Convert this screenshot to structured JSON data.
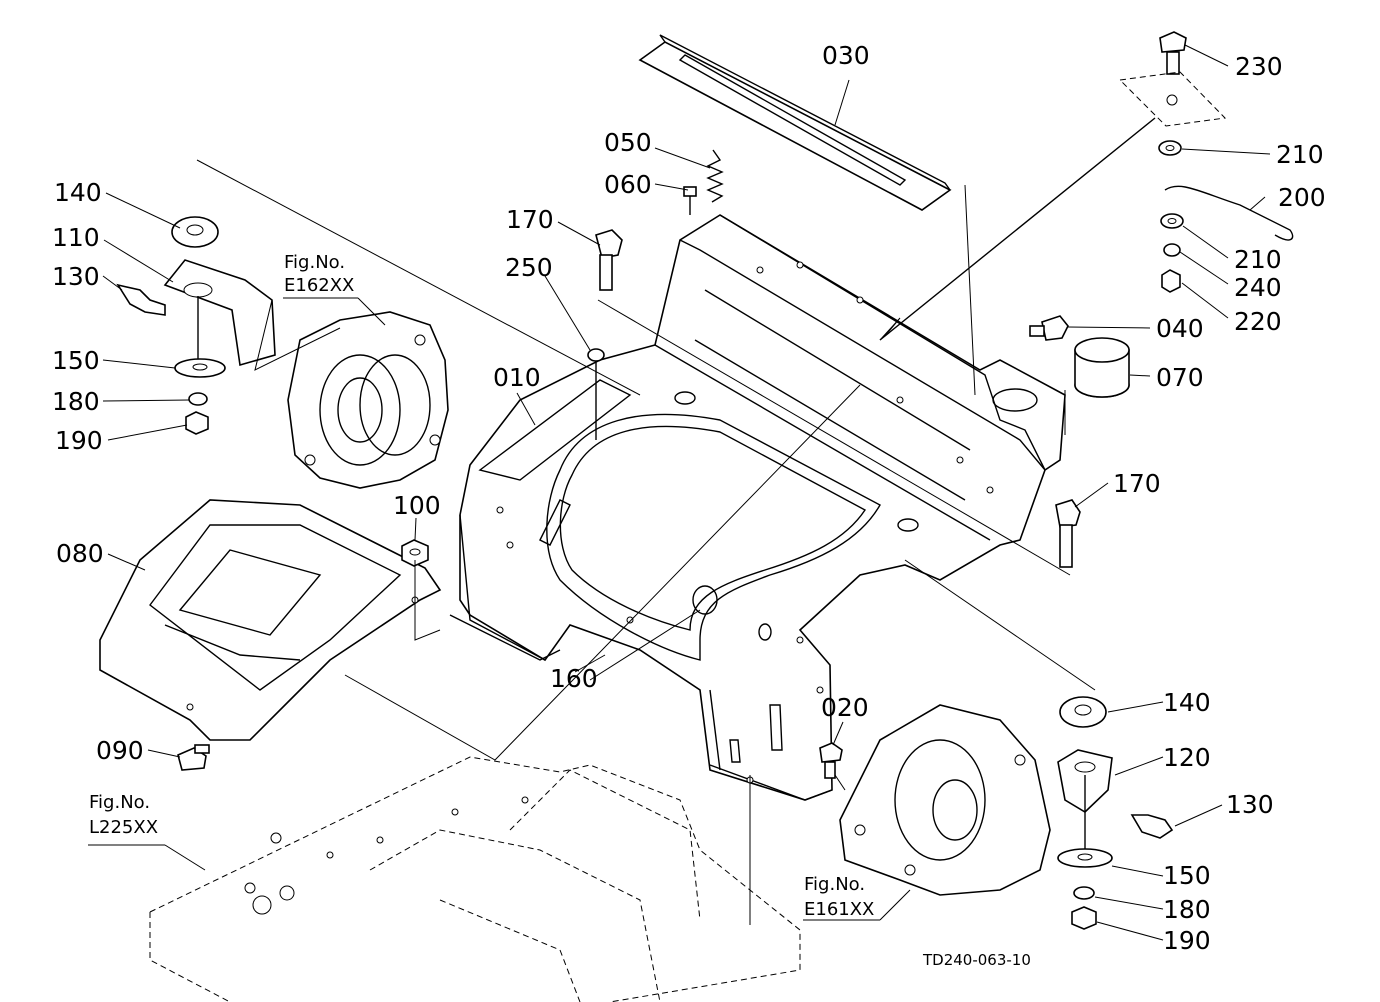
{
  "diagram": {
    "code": "TD240-063-10",
    "figures": [
      {
        "label": "Fig.No.",
        "ref": "E162XX"
      },
      {
        "label": "Fig.No.",
        "ref": "L225XX"
      },
      {
        "label": "Fig.No.",
        "ref": "E161XX"
      }
    ],
    "callouts": {
      "p010": "010",
      "p020": "020",
      "p030": "030",
      "p040": "040",
      "p050": "050",
      "p060": "060",
      "p070": "070",
      "p080": "080",
      "p090": "090",
      "p100": "100",
      "p110": "110",
      "p120": "120",
      "p130a": "130",
      "p130b": "130",
      "p140a": "140",
      "p140b": "140",
      "p150a": "150",
      "p150b": "150",
      "p160": "160",
      "p170a": "170",
      "p170b": "170",
      "p180a": "180",
      "p180b": "180",
      "p190a": "190",
      "p190b": "190",
      "p200": "200",
      "p210a": "210",
      "p210b": "210",
      "p220": "220",
      "p230": "230",
      "p240": "240",
      "p250": "250"
    }
  }
}
